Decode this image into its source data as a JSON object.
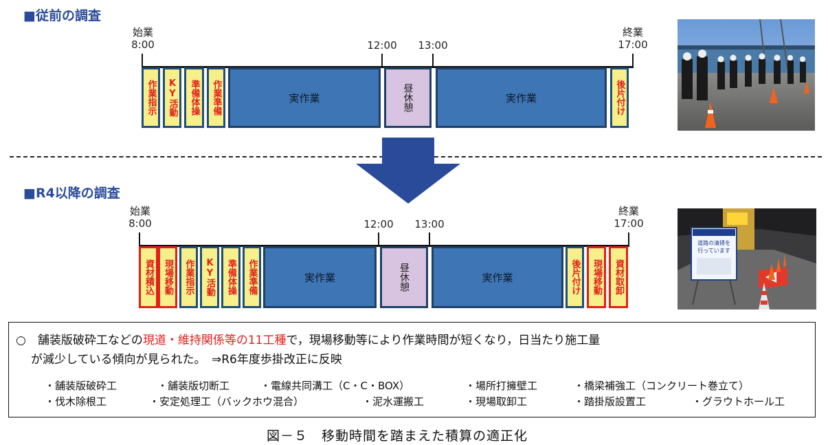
{
  "section1": {
    "heading": "■従前の調査",
    "labels": {
      "start_a": "始業",
      "start_b": "8:00",
      "noon": "12:00",
      "afternoon": "13:00",
      "end_a": "終業",
      "end_b": "17:00"
    },
    "blocks": {
      "instruct": "作業指示",
      "ky": "KY活動",
      "exercise": "準備体操",
      "prep": "作業準備",
      "work_am": "実作業",
      "lunch": "昼休憩",
      "work_pm": "実作業",
      "cleanup": "後片付け"
    }
  },
  "section2": {
    "heading": "■R4以降の調査",
    "labels": {
      "start_a": "始業",
      "start_b": "8:00",
      "noon": "12:00",
      "afternoon": "13:00",
      "end_a": "終業",
      "end_b": "17:00"
    },
    "blocks": {
      "load": "資材積込",
      "move_in": "現場移動",
      "instruct": "作業指示",
      "ky": "KY活動",
      "exercise": "準備体操",
      "prep": "作業準備",
      "work_am": "実作業",
      "lunch": "昼休憩",
      "work_pm": "実作業",
      "cleanup": "後片付け",
      "move_out": "現場移動",
      "unload": "資材取卸"
    }
  },
  "photo_sign": {
    "line1": "道路の清掃を",
    "line2": "行っています"
  },
  "summary": {
    "bullet": "○",
    "text_a": "舗装版破砕工などの",
    "text_red": "現道・維持関係等の11工種",
    "text_b": "で，現場移動等により作業時間が短くなり，日当たり施工量",
    "line2": "が減少している傾向が見られた。　⇒R6年度歩掛改正に反映",
    "row1": [
      "・舗装版破砕工",
      "・舗装版切断工",
      "・電線共同溝工（C・C・BOX）",
      "・場所打擁壁工",
      "・橋梁補強工（コンクリート巻立て）"
    ],
    "row2": [
      "・伐木除根工",
      "・安定処理工（バックホウ混合）",
      "・泥水運搬工",
      "・現場取卸工",
      "・踏掛版設置工",
      "・グラウトホール工"
    ]
  },
  "figure_caption": "図－５　移動時間を踏まえた積算の適正化",
  "colors": {
    "heading": "#2a4a9a",
    "work_block": "#3e75b5",
    "small_block": "#f7f08a",
    "lunch_block": "#d8c4e0",
    "highlight_red": "#e1201c",
    "arrow": "#2a4a9a"
  }
}
